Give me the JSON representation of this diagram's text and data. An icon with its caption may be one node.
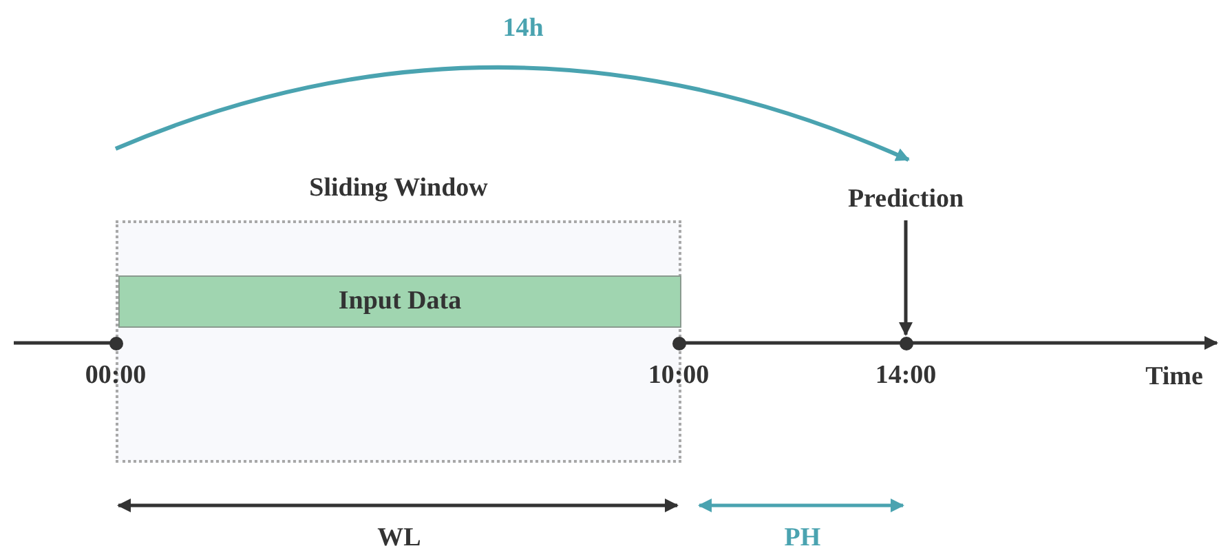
{
  "diagram": {
    "nodes": [
      {
        "text": [
          "Sliding Window"
        ]
      },
      {
        "text": [
          "Input Data"
        ],
        "in": 0
      },
      {
        "text": [
          "Prediction"
        ]
      },
      {
        "text": [
          "00:00"
        ]
      },
      {
        "text": [
          "10:00"
        ]
      },
      {
        "text": [
          "14:00"
        ]
      }
    ],
    "edges": [
      {
        "from": 2,
        "to": 5,
        "arrow": "to"
      }
    ],
    "labels": [
      "14h",
      "Time",
      "WL",
      "PH"
    ]
  }
}
